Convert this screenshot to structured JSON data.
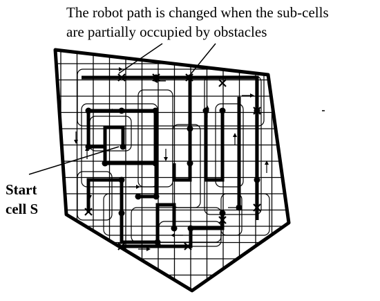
{
  "caption": {
    "line1": "The robot path is changed when the sub-cells",
    "line2": "are partially occupied by obstacles"
  },
  "start_label": {
    "line1": "Start",
    "line2": "cell S"
  }
}
